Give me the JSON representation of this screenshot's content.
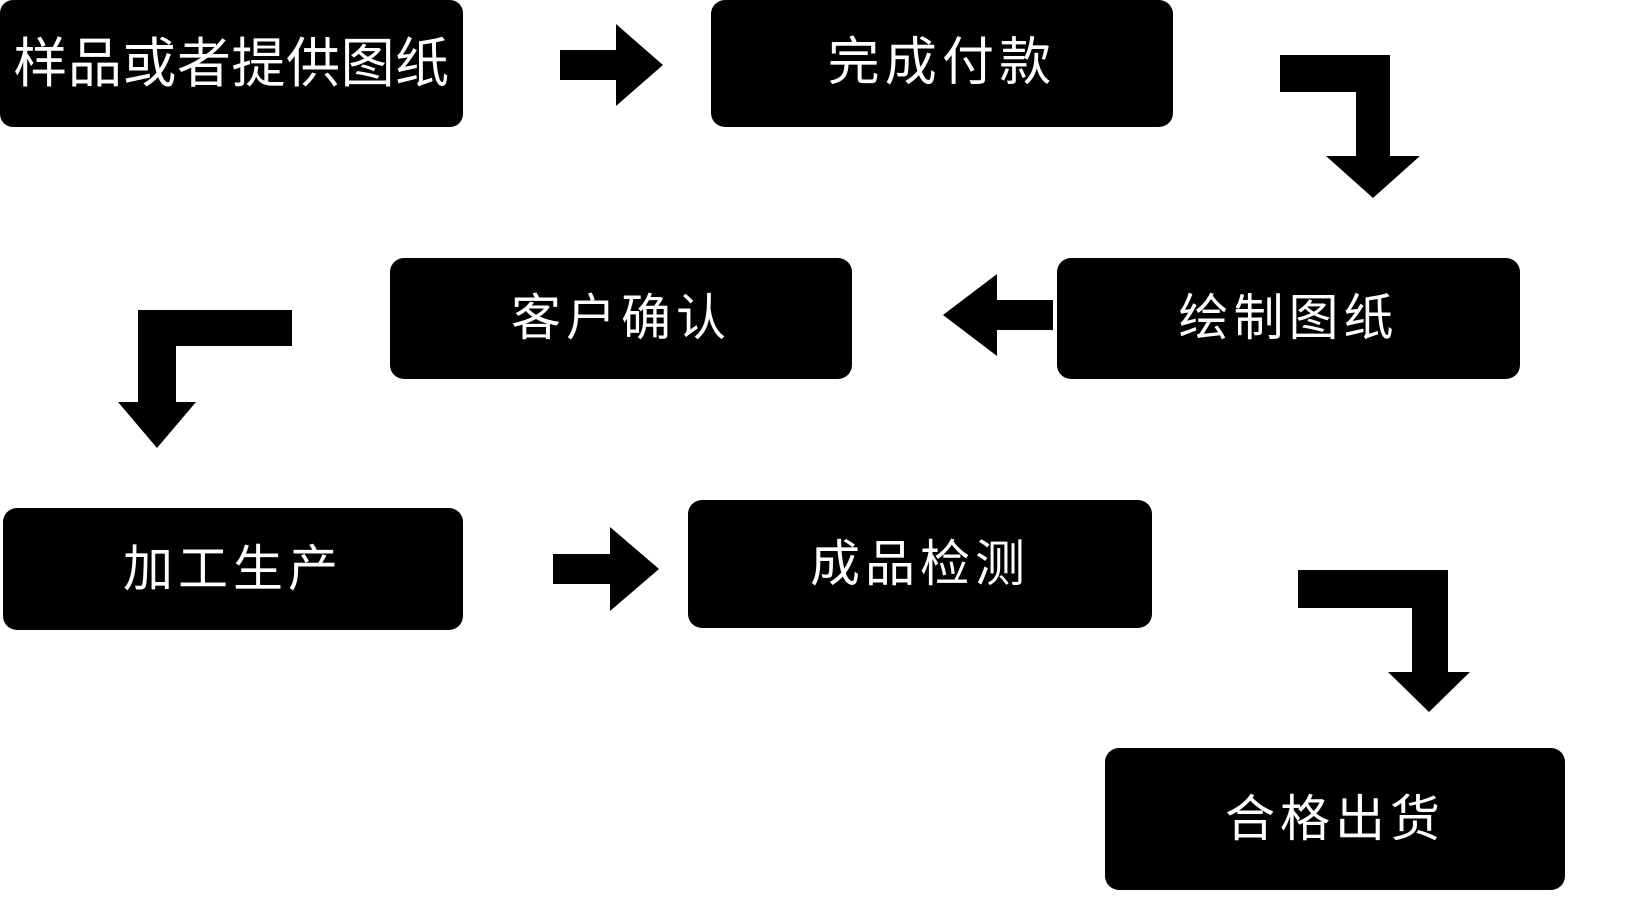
{
  "diagram": {
    "title": "",
    "background_color": "#ffffff",
    "node_fill": "#000000",
    "node_text_color": "#ffffff",
    "arrow_color": "#000000",
    "nodes": [
      {
        "id": "sample",
        "label": "样品或者提供图纸"
      },
      {
        "id": "payment",
        "label": "完成付款"
      },
      {
        "id": "drawing",
        "label": "绘制图纸"
      },
      {
        "id": "confirm",
        "label": "客户确认"
      },
      {
        "id": "production",
        "label": "加工生产"
      },
      {
        "id": "inspection",
        "label": "成品检测"
      },
      {
        "id": "shipping",
        "label": "合格出货"
      }
    ],
    "connectors": [
      {
        "id": "sample-to-payment",
        "from": "sample",
        "to": "payment",
        "shape": "straight-right",
        "icon": "arrow-right-icon"
      },
      {
        "id": "payment-to-drawing",
        "from": "payment",
        "to": "drawing",
        "shape": "elbow-right-down",
        "icon": "arrow-elbow-down-right-icon"
      },
      {
        "id": "drawing-to-confirm",
        "from": "drawing",
        "to": "confirm",
        "shape": "straight-left",
        "icon": "arrow-left-icon"
      },
      {
        "id": "confirm-to-production",
        "from": "confirm",
        "to": "production",
        "shape": "elbow-left-down",
        "icon": "arrow-elbow-down-left-icon"
      },
      {
        "id": "production-to-inspection",
        "from": "production",
        "to": "inspection",
        "shape": "straight-right",
        "icon": "arrow-right-icon"
      },
      {
        "id": "inspection-to-shipping",
        "from": "inspection",
        "to": "shipping",
        "shape": "elbow-right-down",
        "icon": "arrow-elbow-down-right-icon"
      }
    ]
  }
}
